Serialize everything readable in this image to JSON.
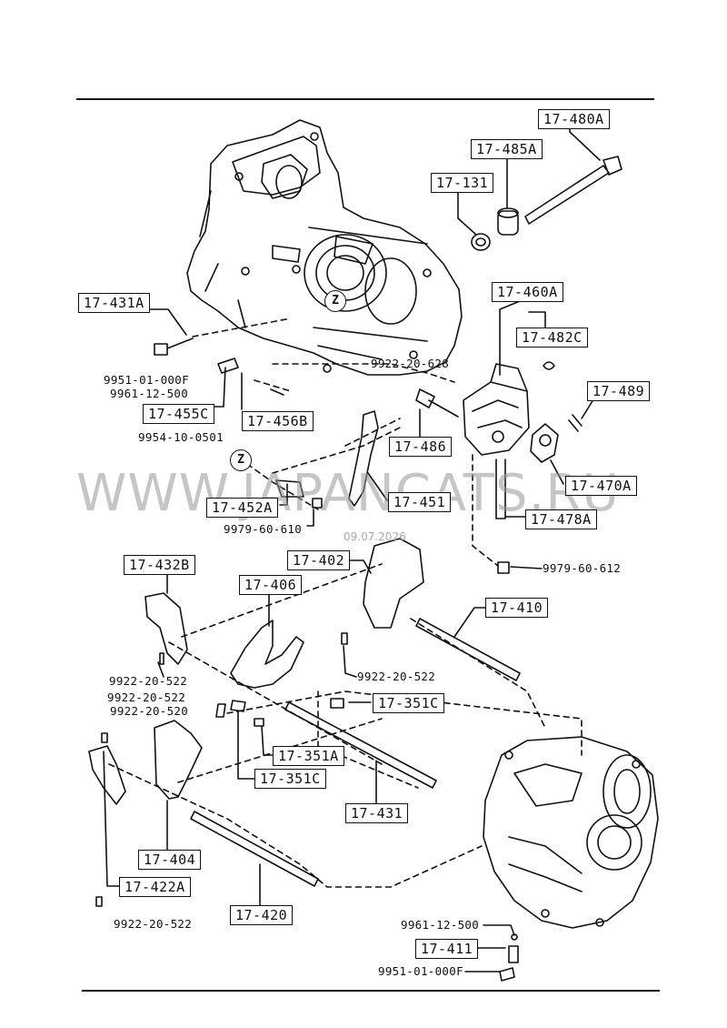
{
  "part_labels": {
    "p17_480A": "17-480A",
    "p17_485A": "17-485A",
    "p17_131": "17-131",
    "p17_431A": "17-431A",
    "p17_460A": "17-460A",
    "p17_482C": "17-482C",
    "p17_489": "17-489",
    "p17_455C": "17-455C",
    "p17_456B": "17-456B",
    "p17_486": "17-486",
    "p17_470A": "17-470A",
    "p17_452A": "17-452A",
    "p17_451": "17-451",
    "p17_478A": "17-478A",
    "p17_432B": "17-432B",
    "p17_402": "17-402",
    "p17_406": "17-406",
    "p17_410": "17-410",
    "p17_351C_top": "17-351C",
    "p17_351A": "17-351A",
    "p17_351C_low": "17-351C",
    "p17_431": "17-431",
    "p17_404": "17-404",
    "p17_422A": "17-422A",
    "p17_420": "17-420",
    "p17_411": "17-411"
  },
  "codes": {
    "c9951_top": "9951-01-000F",
    "c9961_top": "9961-12-500",
    "c9922_628": "9922-20-628",
    "c9954": "9954-10-0501",
    "c9979_610": "9979-60-610",
    "c9979_612": "9979-60-612",
    "c9922_522_a": "9922-20-522",
    "c9922_522_b": "9922-20-522",
    "c9922_522_c": "9922-20-522",
    "c9922_520": "9922-20-520",
    "c9922_522_d": "9922-20-522",
    "c9961_bot": "9961-12-500",
    "c9951_bot": "9951-01-000F"
  },
  "markers": {
    "z1": "Z",
    "z2": "Z"
  },
  "watermark": {
    "text": "WWW.JAPANCATS.RU",
    "date": "09.07.2026"
  }
}
